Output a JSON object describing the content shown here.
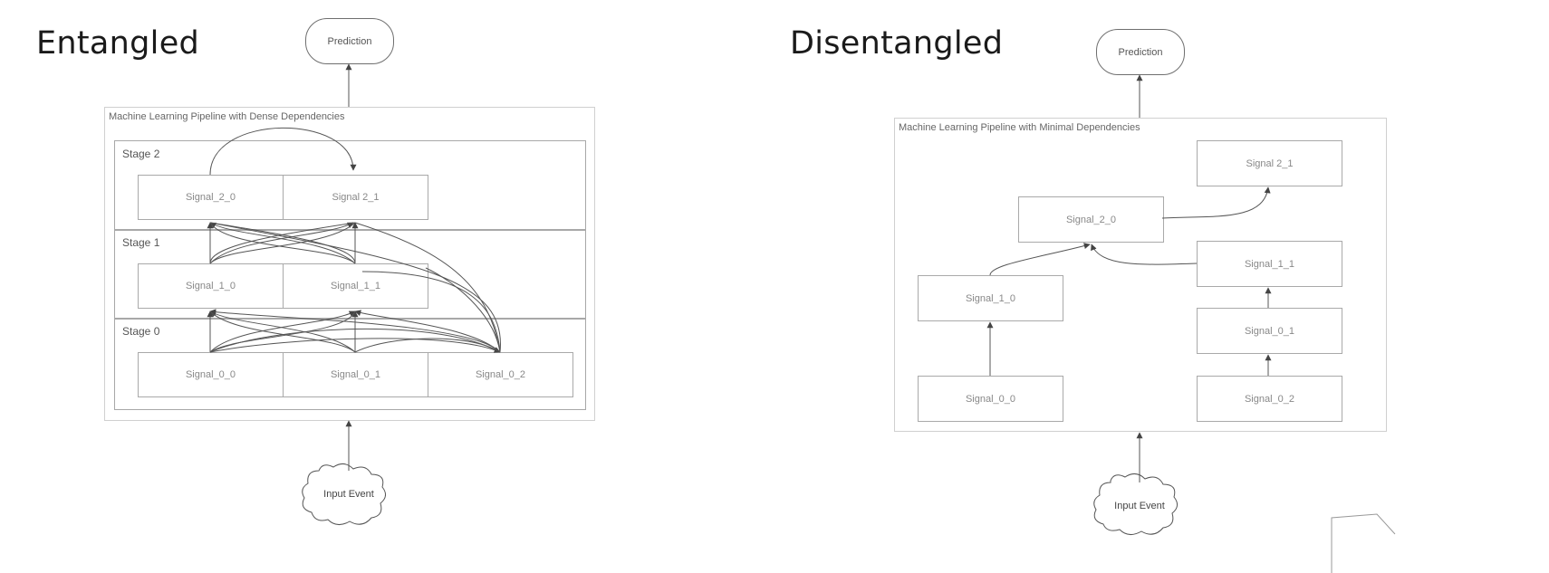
{
  "left": {
    "heading": "Entangled",
    "prediction": "Prediction",
    "container_title": "Machine Learning Pipeline with Dense Dependencies",
    "stages": [
      "Stage 2",
      "Stage 1",
      "Stage 0"
    ],
    "nodes": {
      "s2_0": "Signal_2_0",
      "s2_1": "Signal 2_1",
      "s1_0": "Signal_1_0",
      "s1_1": "Signal_1_1",
      "s0_0": "Signal_0_0",
      "s0_1": "Signal_0_1",
      "s0_2": "Signal_0_2"
    },
    "input": "Input Event"
  },
  "right": {
    "heading": "Disentangled",
    "prediction": "Prediction",
    "container_title": "Machine Learning Pipeline with Minimal Dependencies",
    "nodes": {
      "s2_1": "Signal 2_1",
      "s2_0": "Signal_2_0",
      "s1_1": "Signal_1_1",
      "s1_0": "Signal_1_0",
      "s0_1": "Signal_0_1",
      "s0_0": "Signal_0_0",
      "s0_2": "Signal_0_2"
    },
    "input": "Input Event"
  }
}
